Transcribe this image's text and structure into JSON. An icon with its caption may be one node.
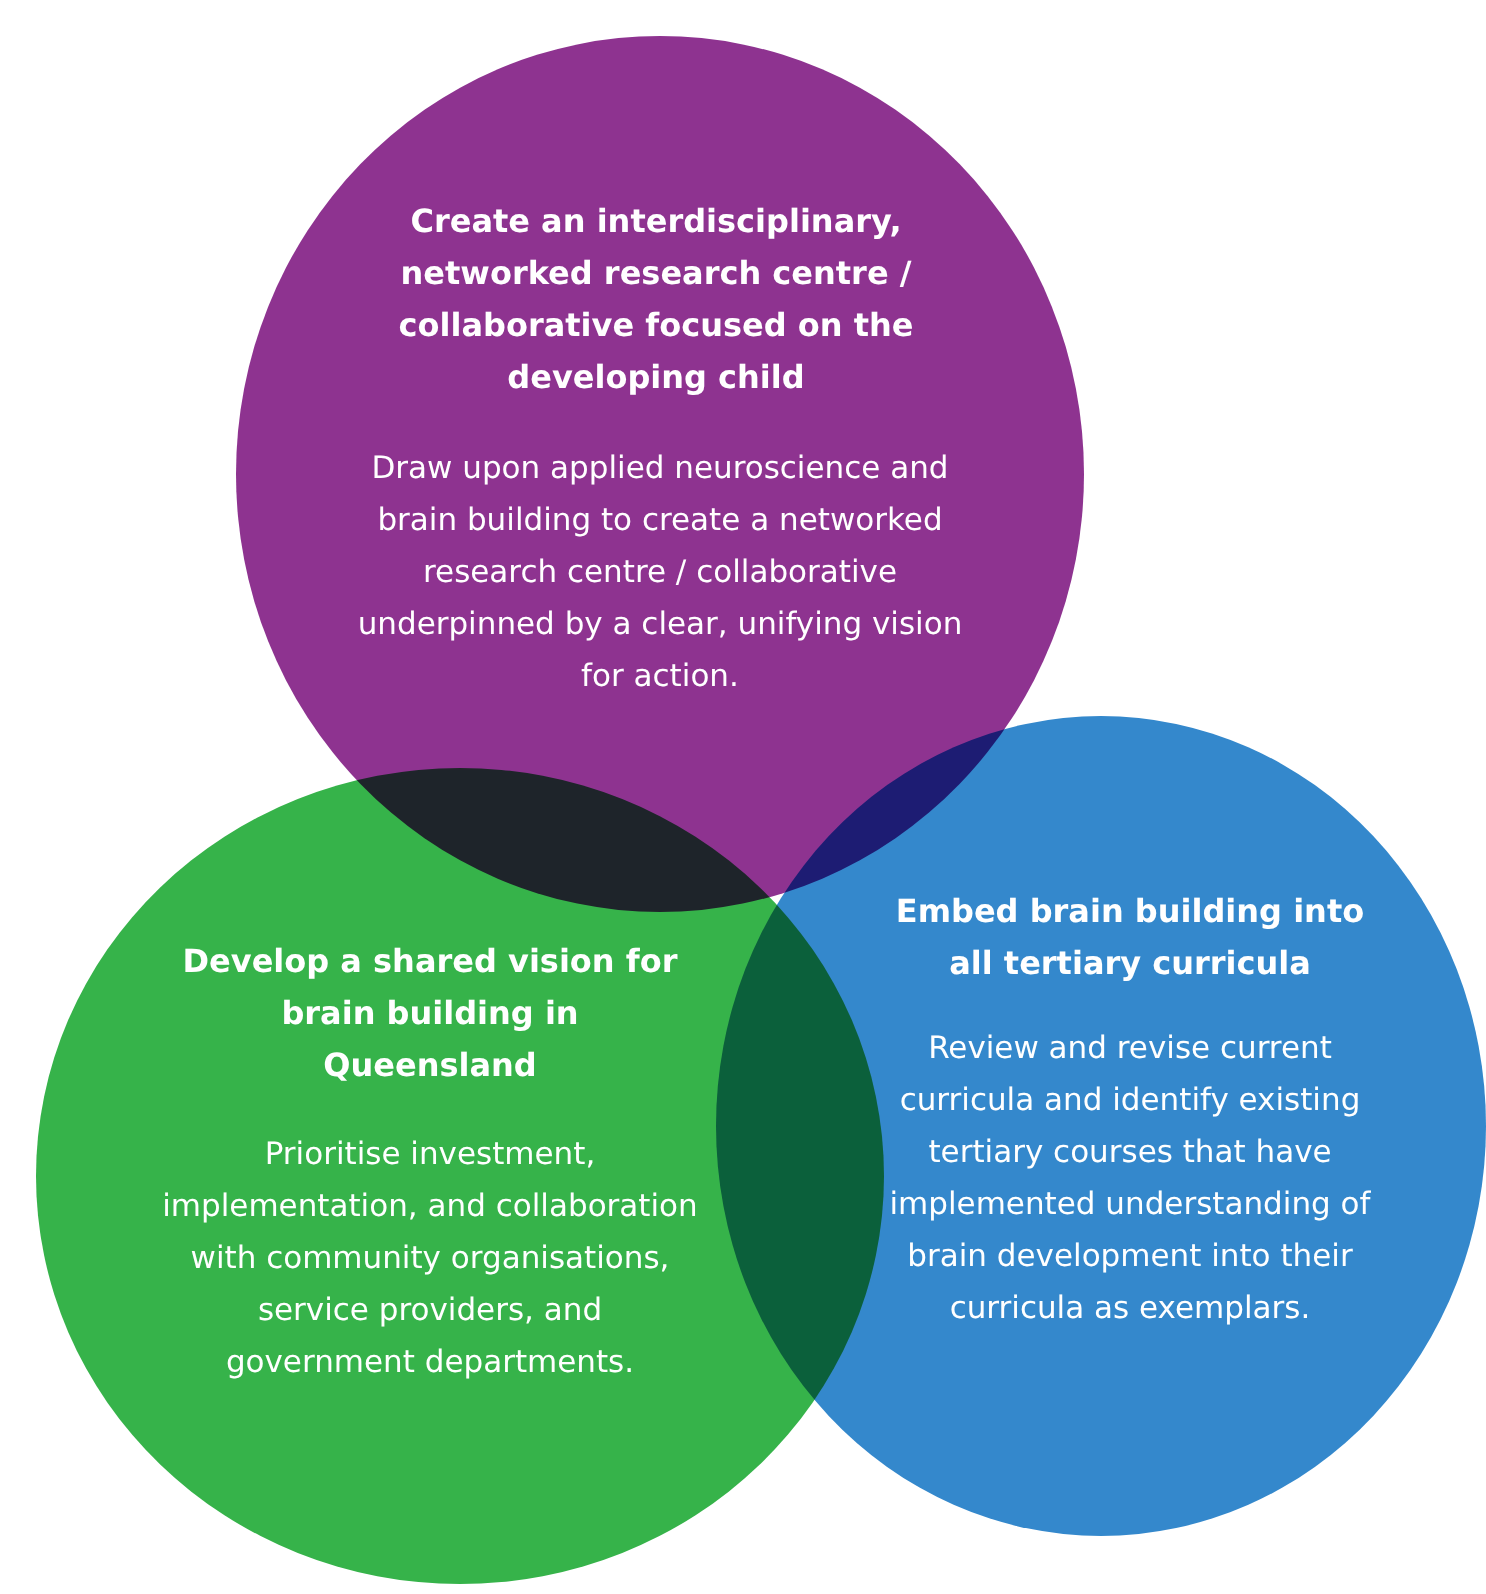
{
  "diagram": {
    "nodes": [
      {
        "text": [
          "Create an interdisciplinary, networked research centre / collaborative focused on the developing child",
          "Draw upon applied neuroscience and brain building to create a networked research centre / collaborative underpinned by a clear, unifying vision for action."
        ]
      },
      {
        "text": [
          "Develop a shared vision for brain building in Queensland",
          "Prioritise investment, implementation, and collaboration with community organisations, service providers, and government departments."
        ]
      },
      {
        "text": [
          "Embed brain building into all tertiary curricula",
          "Review and revise current curricula and identify existing tertiary courses that have implemented understanding of brain development into their curricula as exemplars."
        ]
      }
    ]
  }
}
